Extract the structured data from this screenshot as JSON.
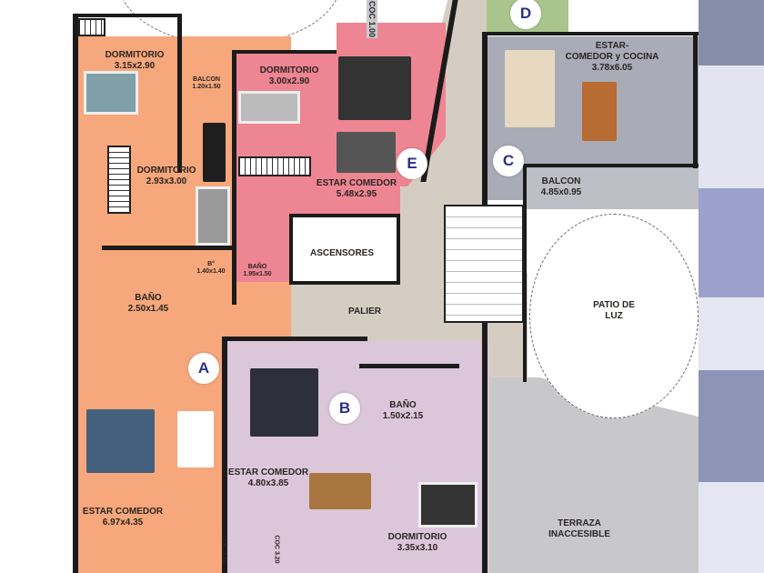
{
  "units": {
    "A": {
      "badge": "A",
      "rooms": [
        {
          "name": "DORMITORIO",
          "size": "3.15x2.90"
        },
        {
          "name": "BALCON",
          "size": "1.20x1.50"
        },
        {
          "name": "DORMITORIO",
          "size": "2.93x3.00"
        },
        {
          "name": "B°",
          "size": "1.40x1.40"
        },
        {
          "name": "BAÑO",
          "size": "2.50x1.45"
        },
        {
          "name": "ESTAR COMEDOR",
          "size": "6.97x4.35"
        },
        {
          "name": "COC",
          "size": "3.20"
        }
      ]
    },
    "E": {
      "badge": "E",
      "rooms": [
        {
          "name": "DORMITORIO",
          "size": "3.00x2.90"
        },
        {
          "name": "ESTAR COMEDOR",
          "size": "5.48x2.95"
        },
        {
          "name": "BAÑO",
          "size": "1.95x1.50"
        },
        {
          "name": "COC",
          "size": "1.00"
        }
      ]
    },
    "C": {
      "badge": "C",
      "rooms": [
        {
          "name": "ESTAR-",
          "name2": "COMEDOR y COCINA",
          "size": "3.78x6.05"
        },
        {
          "name": "BALCON",
          "size": "4.85x0.95"
        }
      ]
    },
    "D": {
      "badge": "D"
    },
    "B": {
      "badge": "B",
      "rooms": [
        {
          "name": "ESTAR COMEDOR",
          "size": "4.80x3.85"
        },
        {
          "name": "BAÑO",
          "size": "1.50x2.15"
        },
        {
          "name": "DORMITORIO",
          "size": "3.35x3.10"
        },
        {
          "name": "COC",
          "size": "3.20"
        }
      ]
    }
  },
  "common": {
    "ascensores": "ASCENSORES",
    "palier": "PALIER",
    "patio": "PATIO DE",
    "patio2": "LUZ",
    "terraza": "TERRAZA",
    "terraza2": "INACCESIBLE"
  },
  "colors": {
    "unit_a": "#f6a77b",
    "unit_e": "#ee8592",
    "unit_c": "#a9abb7",
    "unit_d": "#a9c58d",
    "unit_b": "#dcc7da",
    "common": "#d6cdc2",
    "terraza": "#c8c8cb"
  }
}
